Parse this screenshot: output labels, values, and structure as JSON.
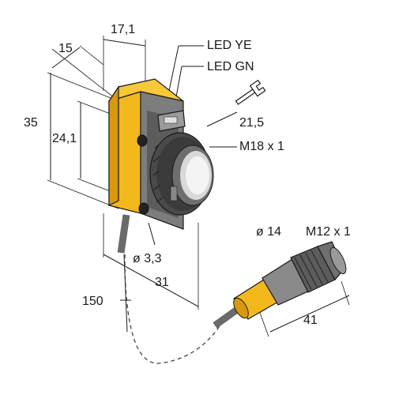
{
  "labels": {
    "width_top": "17,1",
    "width_side": "15",
    "led_ye": "LED YE",
    "led_gn": "LED GN",
    "lens_width": "21,5",
    "thread_sensor": "M18 x 1",
    "height_total": "35",
    "height_mount": "24,1",
    "hole_dia": "ø 3,3",
    "depth_body": "31",
    "cable_length": "150",
    "connector_dia": "ø 14",
    "thread_connector": "M12 x 1",
    "connector_length": "41"
  },
  "icons": [
    "wrench-icon"
  ],
  "colors": {
    "housing_yellow": "#f2b81c",
    "housing_shade": "#d89a0c",
    "body_gray": "#7d7d7d",
    "body_dark": "#4a4a4a",
    "cable_gray": "#6a6a6a"
  }
}
